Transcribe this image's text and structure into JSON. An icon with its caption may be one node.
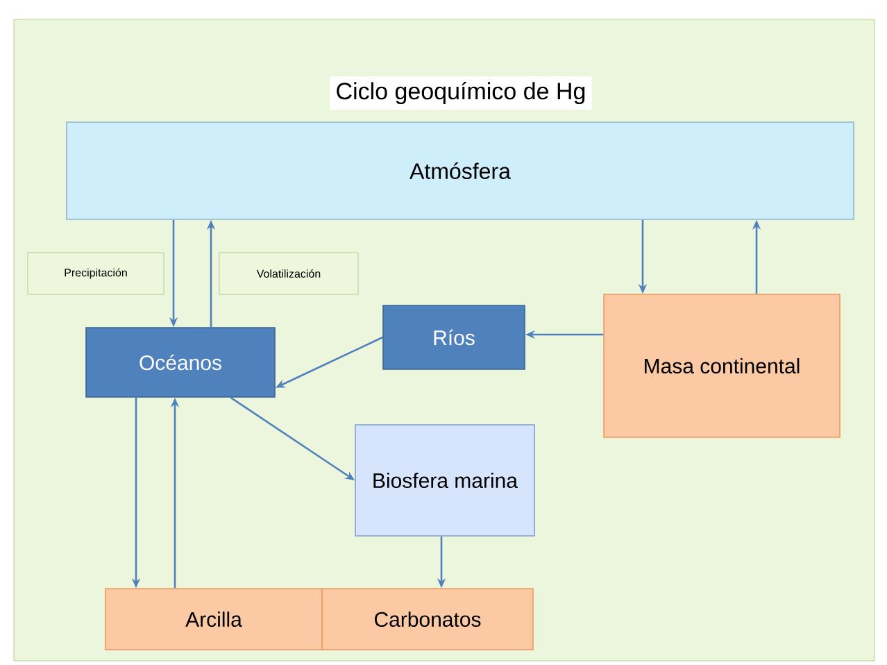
{
  "diagram": {
    "title": "Ciclo geoquímico de Hg",
    "nodes": [
      {
        "text": [
          "Atmósfera"
        ]
      },
      {
        "text": [
          "Precipitación"
        ]
      },
      {
        "text": [
          "Volatilización"
        ]
      },
      {
        "text": [
          "Océanos"
        ]
      },
      {
        "text": [
          "Ríos"
        ]
      },
      {
        "text": [
          "Masa continental"
        ]
      },
      {
        "text": [
          "Biosfera marina"
        ]
      },
      {
        "text": [
          "Arcilla"
        ]
      },
      {
        "text": [
          "Carbonatos"
        ]
      }
    ],
    "edges": [
      {
        "from": 0,
        "to": 3,
        "arrow": "to"
      },
      {
        "from": 3,
        "to": 0,
        "arrow": "to"
      },
      {
        "from": 0,
        "to": 5,
        "arrow": "to"
      },
      {
        "from": 5,
        "to": 0,
        "arrow": "to"
      },
      {
        "from": 5,
        "to": 4,
        "arrow": "to"
      },
      {
        "from": 4,
        "to": 3,
        "arrow": "to"
      },
      {
        "from": 3,
        "to": 6,
        "arrow": "to"
      },
      {
        "from": 6,
        "to": 8,
        "arrow": "to"
      },
      {
        "from": 3,
        "to": 7,
        "arrow": "to"
      },
      {
        "from": 7,
        "to": 3,
        "arrow": "to"
      }
    ]
  }
}
